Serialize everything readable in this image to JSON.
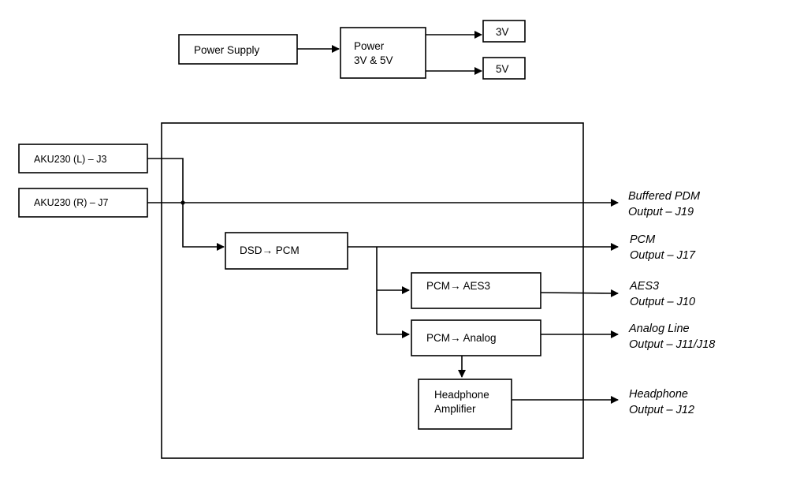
{
  "power": {
    "supply": "Power Supply",
    "regulator_line1": "Power",
    "regulator_line2": "3V & 5V",
    "rail_3v": "3V",
    "rail_5v": "5V"
  },
  "inputs": {
    "left": "AKU230 (L) – J3",
    "right": "AKU230 (R) – J7"
  },
  "blocks": {
    "dsd_pcm": "DSD→ PCM",
    "pcm_aes3": "PCM→ AES3",
    "pcm_analog": "PCM→ Analog",
    "hp_amp_line1": "Headphone",
    "hp_amp_line2": "Amplifier"
  },
  "outputs": {
    "pdm": {
      "line1": "Buffered PDM",
      "line2": "Output – J19"
    },
    "pcm": {
      "line1": "PCM",
      "line2": "Output – J17"
    },
    "aes3": {
      "line1": "AES3",
      "line2": "Output – J10"
    },
    "analog": {
      "line1": "Analog Line",
      "line2": "Output – J11/J18"
    },
    "headphone": {
      "line1": "Headphone",
      "line2": "Output – J12"
    }
  }
}
